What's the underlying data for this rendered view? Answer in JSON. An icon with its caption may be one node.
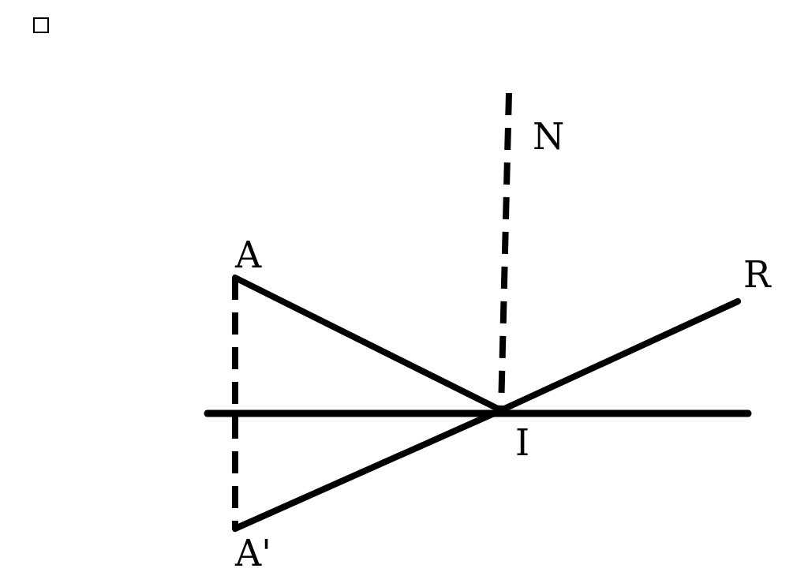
{
  "diagram": {
    "nodes": [
      {
        "text": [
          "A"
        ]
      },
      {
        "text": [
          "N"
        ]
      },
      {
        "text": [
          "R"
        ]
      },
      {
        "text": [
          "I"
        ]
      },
      {
        "text": [
          "A'"
        ]
      }
    ],
    "edges": [
      {
        "from": 0,
        "to": 3,
        "arrow": "none"
      },
      {
        "from": 3,
        "to": 2,
        "arrow": "none"
      },
      {
        "from": 0,
        "to": 4,
        "arrow": "none",
        "style": "dashed"
      },
      {
        "from": 4,
        "to": 3,
        "arrow": "none"
      },
      {
        "from": 1,
        "to": 3,
        "arrow": "none",
        "style": "dashed"
      }
    ]
  }
}
